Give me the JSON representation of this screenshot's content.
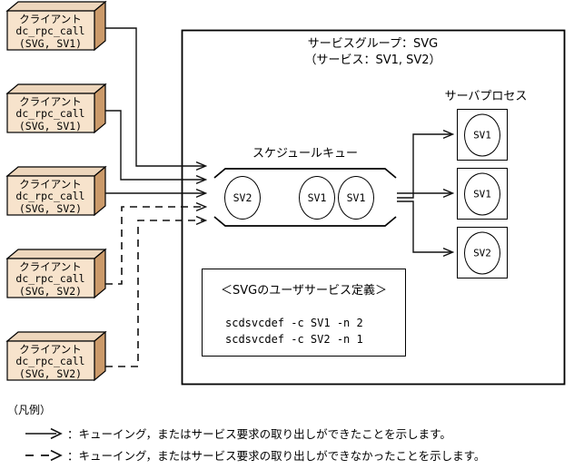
{
  "diagram": {
    "clients": [
      {
        "id": "client-1",
        "title": "クライアント",
        "call": "dc_rpc_call",
        "args": "(SVG, SV1)"
      },
      {
        "id": "client-2",
        "title": "クライアント",
        "call": "dc_rpc_call",
        "args": "(SVG, SV1)"
      },
      {
        "id": "client-3",
        "title": "クライアント",
        "call": "dc_rpc_call",
        "args": "(SVG, SV2)"
      },
      {
        "id": "client-4",
        "title": "クライアント",
        "call": "dc_rpc_call",
        "args": "(SVG, SV2)"
      },
      {
        "id": "client-5",
        "title": "クライアント",
        "call": "dc_rpc_call",
        "args": "(SVG, SV2)"
      }
    ],
    "service_group": {
      "title_line1": "サービスグループ：SVG",
      "title_line2": "（サービス：SV1, SV2）"
    },
    "queue": {
      "label": "スケジュールキュー",
      "items": [
        "SV2",
        "SV1",
        "SV1"
      ]
    },
    "server_process": {
      "label": "サーバプロセス",
      "processes": [
        "SV1",
        "SV1",
        "SV2"
      ]
    },
    "service_definition": {
      "title": "＜SVGのユーザサービス定義＞",
      "lines": [
        "scdsvcdef -c SV1 -n 2",
        "scdsvcdef -c SV2 -n 1"
      ]
    },
    "legend": {
      "title": "（凡例）",
      "rows": [
        {
          "glyph": "solid-arrow-icon",
          "text": "：キューイング，またはサービス要求の取り出しができたことを示します。"
        },
        {
          "glyph": "dashed-arrow-icon",
          "text": "：キューイング，またはサービス要求の取り出しができなかったことを示します。"
        }
      ]
    },
    "colors": {
      "box_front": "#F7E3CC",
      "box_side": "#CB9A6A",
      "box_top": "#EDD6BC",
      "outline": "#000000"
    }
  }
}
